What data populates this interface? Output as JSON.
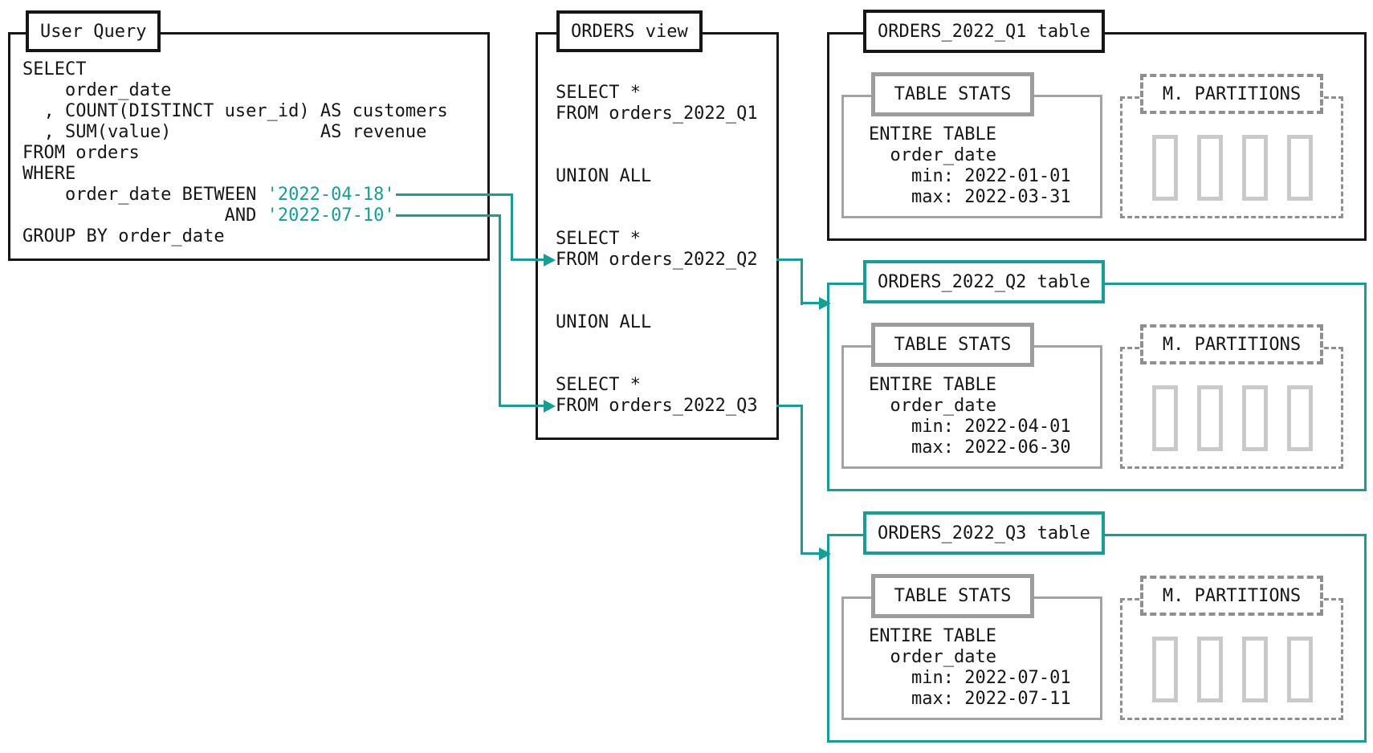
{
  "colors": {
    "accent_teal": "#12a096",
    "ink": "#161616",
    "stats_border_gray": "#9c9c9c",
    "partitions_dashed_gray": "#8f8f8f",
    "partition_rect_gray": "#c9c9c9",
    "background": "#ffffff"
  },
  "user_query": {
    "title": "User Query",
    "sql_head": "SELECT\n    order_date\n  , COUNT(DISTINCT user_id) AS customers\n  , SUM(value)              AS revenue\nFROM orders\nWHERE",
    "between_prefix": "    order_date BETWEEN ",
    "between_value": "'2022-04-18'",
    "and_prefix": "                   AND ",
    "and_value": "'2022-07-10'",
    "sql_tail": "GROUP BY order_date"
  },
  "orders_view": {
    "title": "ORDERS view",
    "sql": "SELECT *\nFROM orders_2022_Q1\n\n\nUNION ALL\n\n\nSELECT *\nFROM orders_2022_Q2\n\n\nUNION ALL\n\n\nSELECT *\nFROM orders_2022_Q3"
  },
  "tables": [
    {
      "title": "ORDERS_2022_Q1 table",
      "highlighted": false,
      "stats": {
        "title": "TABLE STATS",
        "rows": [
          "ENTIRE TABLE",
          "  order_date",
          "    min: 2022-01-01",
          "    max: 2022-03-31"
        ]
      },
      "partitions": {
        "title": "M. PARTITIONS",
        "rect_count": 4
      }
    },
    {
      "title": "ORDERS_2022_Q2 table",
      "highlighted": true,
      "stats": {
        "title": "TABLE STATS",
        "rows": [
          "ENTIRE TABLE",
          "  order_date",
          "    min: 2022-04-01",
          "    max: 2022-06-30"
        ]
      },
      "partitions": {
        "title": "M. PARTITIONS",
        "rect_count": 4
      }
    },
    {
      "title": "ORDERS_2022_Q3 table",
      "highlighted": true,
      "stats": {
        "title": "TABLE STATS",
        "rows": [
          "ENTIRE TABLE",
          "  order_date",
          "    min: 2022-07-01",
          "    max: 2022-07-11"
        ]
      },
      "partitions": {
        "title": "M. PARTITIONS",
        "rect_count": 4
      }
    }
  ]
}
